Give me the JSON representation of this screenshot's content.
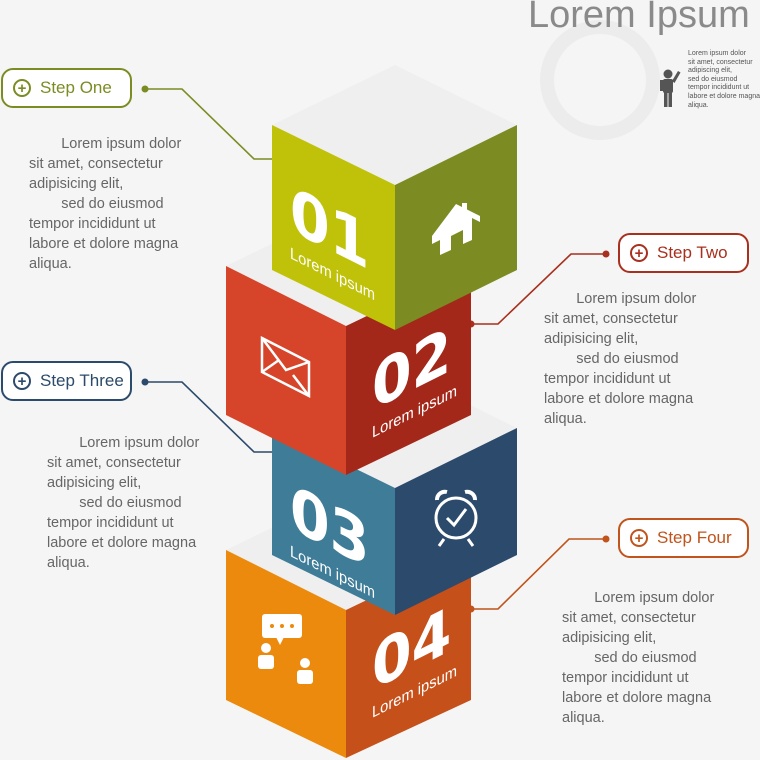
{
  "header": {
    "title": "Lorem Ipsum",
    "note": "Lorem ipsum dolor\nsit amet, consectetur\nadipiscing elit,\nsed do eiusmod\ntempor incididunt ut\nlabore et dolore magna\naliqua."
  },
  "colors": {
    "green": "#7c8c23",
    "red": "#a8301e",
    "blue": "#2c4a6b",
    "orange": "#c0541c"
  },
  "steps": [
    {
      "label": "Step One",
      "number": "01",
      "caption": "Lorem ipsum",
      "icon": "home-icon",
      "text": "        Lorem ipsum dolor\nsit amet, consectetur\nadipisicing elit,\n        sed do eiusmod\ntempor incididunt ut\nlabore et dolore magna\naliqua."
    },
    {
      "label": "Step Two",
      "number": "02",
      "caption": "Lorem ipsum",
      "icon": "envelope-icon",
      "text": "        Lorem ipsum dolor\nsit amet, consectetur\nadipisicing elit,\n        sed do eiusmod\ntempor incididunt ut\nlabore et dolore magna\naliqua."
    },
    {
      "label": "Step Three",
      "number": "03",
      "caption": "Lorem ipsum",
      "icon": "alarm-clock-icon",
      "text": "        Lorem ipsum dolor\nsit amet, consectetur\nadipisicing elit,\n        sed do eiusmod\ntempor incididunt ut\nlabore et dolore magna\naliqua."
    },
    {
      "label": "Step Four",
      "number": "04",
      "caption": "Lorem ipsum",
      "icon": "chat-users-icon",
      "text": "        Lorem ipsum dolor\nsit amet, consectetur\nadipisicing elit,\n        sed do eiusmod\ntempor incididunt ut\nlabore et dolore magna\naliqua."
    }
  ]
}
